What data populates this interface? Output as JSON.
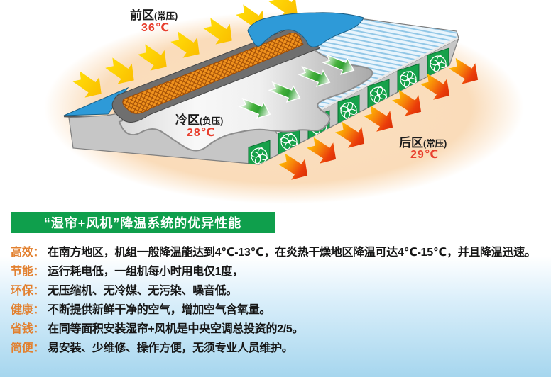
{
  "diagram": {
    "front_zone": {
      "name": "前区",
      "pressure": "(常压)",
      "temp": "36℃"
    },
    "cold_zone": {
      "name": "冷区",
      "pressure": "(负压)",
      "temp": "28℃"
    },
    "rear_zone": {
      "name": "后区",
      "pressure": "(常压)",
      "temp": "29℃"
    },
    "colors": {
      "hot_arrow": "#ffd200",
      "exhaust_arrow": "#e63007",
      "cool_arrow": "#2fa633",
      "wet_curtain": "#f0921d",
      "roof_blue": "#2e9ad8",
      "fan_green": "#16a14a"
    }
  },
  "banner": {
    "title": "“湿帘+风机”降温系统的优异性能",
    "bg": "#0f9f4c"
  },
  "features": [
    {
      "label": "高效：",
      "text": "在南方地区，机组一般降温能达到4℃-13℃，在炎热干燥地区降温可达4℃-15℃，并且降温迅速。"
    },
    {
      "label": "节能：",
      "text": "运行耗电低，一组机每小时用电仅1度，"
    },
    {
      "label": "环保：",
      "text": "无压缩机、无冷媒、无污染、噪音低。"
    },
    {
      "label": "健康：",
      "text": "不断提供新鲜干净的空气，增加空气含氧量。"
    },
    {
      "label": "省钱：",
      "text": "在同等面积安装湿帘+风机是中央空调总投资的2/5。"
    },
    {
      "label": "简便：",
      "text": "易安装、少维修、操作方便，无须专业人员维护。"
    }
  ]
}
